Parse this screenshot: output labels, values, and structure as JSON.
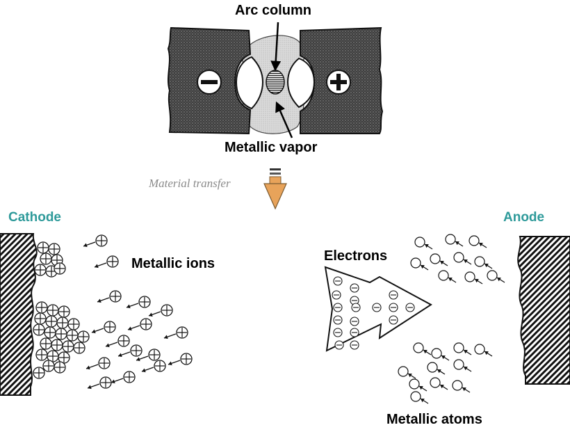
{
  "labels": {
    "arc_column": "Arc column",
    "metallic_vapor": "Metallic vapor",
    "material_transfer": "Material transfer",
    "cathode": "Cathode",
    "anode": "Anode",
    "metallic_ions": "Metallic ions",
    "electrons": "Electrons",
    "metallic_atoms": "Metallic atoms"
  },
  "colors": {
    "electrode_label": "#2e9a9a",
    "transfer_text": "#8a8a8a",
    "transfer_arrow": "#e8a35a",
    "vapor_fill": "#d6d6d6",
    "electrode_fill": "#4a4a4a"
  },
  "icons": {
    "negative": "minus-sign-icon",
    "positive": "plus-sign-icon",
    "transfer": "down-arrow-icon"
  }
}
